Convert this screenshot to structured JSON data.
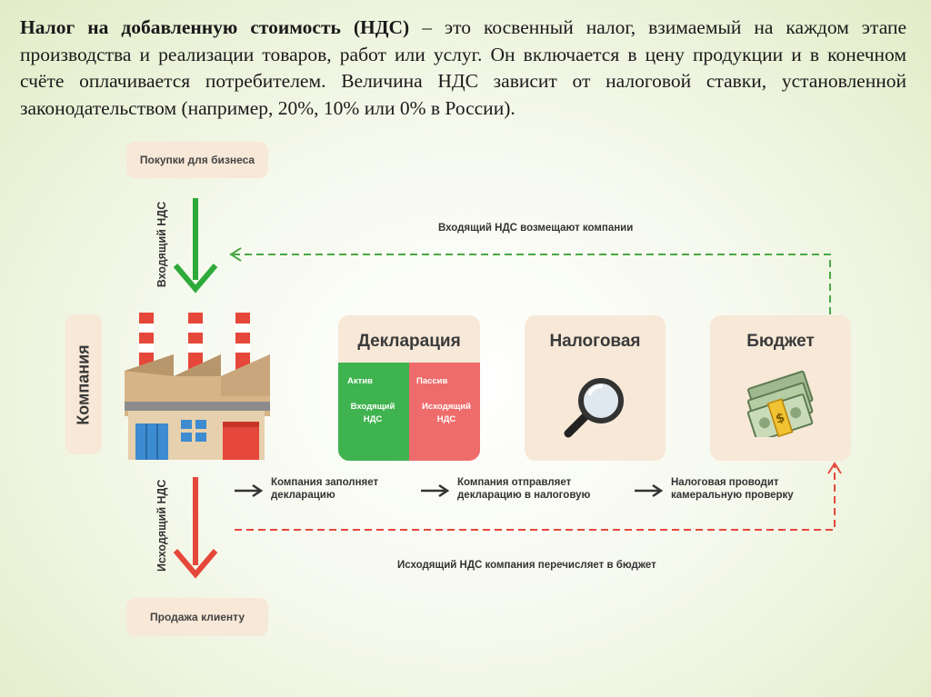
{
  "intro": {
    "term": "Налог на добавленную стоимость (НДС)",
    "text": " – это косвенный налог, взимаемый на каждом этапе производства и реализации товаров, работ или услуг. Он включается в цену продукции и в конечном счёте оплачивается потребителем. Величина НДС зависит от налоговой ставки, установленной законодательством (например, 20%, 10% или 0% в России)."
  },
  "nodes": {
    "purchases": "Покупки для бизнеса",
    "sale": "Продажа клиенту",
    "company": "Компания",
    "declaration": "Декларация",
    "tax_office": "Налоговая",
    "budget": "Бюджет"
  },
  "declaration": {
    "active_title": "Актив",
    "active_body": "Входящий НДС",
    "passive_title": "Пассив",
    "passive_body": "Исходящий НДС"
  },
  "flows": {
    "incoming_vat": "Входящий НДС",
    "outgoing_vat": "Исходящий НДС",
    "refund": "Входящий НДС возмещают компании",
    "pay_budget": "Исходящий НДС компания перечисляет в бюджет"
  },
  "steps": [
    "Компания заполняет декларацию",
    "Компания отправляет декларацию в налоговую",
    "Налоговая проводит камеральную проверку"
  ],
  "colors": {
    "card": "#f7e8d7",
    "green": "#2eaa3a",
    "red": "#e5473a",
    "active_bg": "#3fb34f",
    "passive_bg": "#ef6c6c",
    "dashed_green": "#4aa843",
    "dashed_red": "#e5473a"
  },
  "icons": [
    "factory-icon",
    "magnifier-icon",
    "money-icon"
  ]
}
